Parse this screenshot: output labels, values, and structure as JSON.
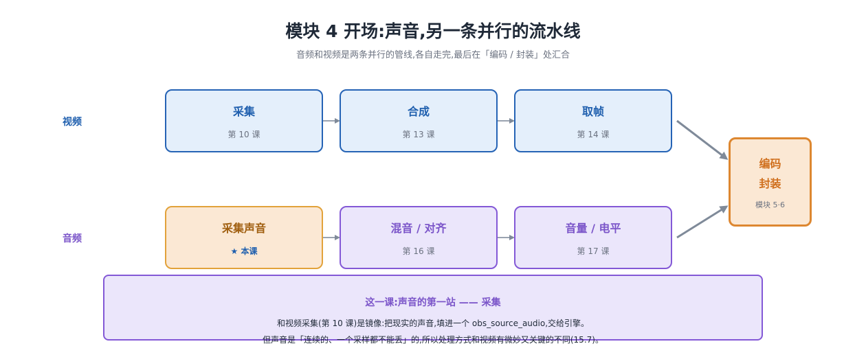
{
  "header": {
    "title": "模块 4 开场:声音,另一条并行的流水线",
    "subtitle": "音频和视频是两条并行的管线,各自走完,最后在「编码 / 封装」处汇合"
  },
  "lanes": {
    "video": "视频",
    "audio": "音频"
  },
  "video_steps": [
    {
      "name": "采集",
      "sub": "第 10 课"
    },
    {
      "name": "合成",
      "sub": "第 13 课"
    },
    {
      "name": "取帧",
      "sub": "第 14 课"
    }
  ],
  "audio_steps": [
    {
      "name": "采集声音",
      "sub": "★ 本课"
    },
    {
      "name": "混音 / 对齐",
      "sub": "第 16 课"
    },
    {
      "name": "音量 / 电平",
      "sub": "第 17 课"
    }
  ],
  "encode": {
    "line1": "编码",
    "line2": "封装",
    "sub": "模块 5·6"
  },
  "callout": {
    "title": "这一课:声音的第一站 —— 采集",
    "line1": "和视频采集(第 10 课)是镜像:把现实的声音,填进一个 obs_source_audio,交给引擎。",
    "line2": "但声音是「连续的、一个采样都不能丢」的,所以处理方式和视频有微妙又关键的不同(15.7)。"
  },
  "colors": {
    "video": "#2563b5",
    "audio": "#8358d6",
    "current": "#e2a23a",
    "encode": "#dd8730",
    "arrow": "#7f8a99"
  }
}
